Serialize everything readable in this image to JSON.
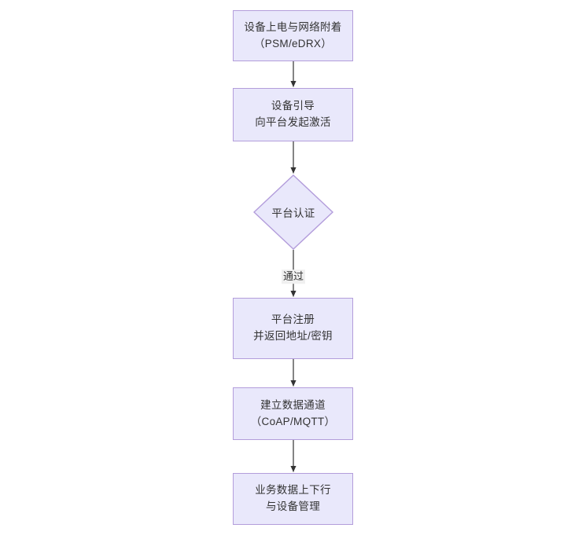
{
  "diagram": {
    "type": "flowchart",
    "orientation": "top-to-bottom",
    "background_color": "#ffffff",
    "node_fill_color": "#e9e8fb",
    "node_border_color": "#b39ddb",
    "text_color": "#333333",
    "connector_color": "#333333",
    "nodes": [
      {
        "id": "n1",
        "shape": "rectangle",
        "line1": "设备上电与网络附着",
        "line2": "（PSM/eDRX）"
      },
      {
        "id": "n2",
        "shape": "rectangle",
        "line1": "设备引导",
        "line2": "向平台发起激活"
      },
      {
        "id": "n3",
        "shape": "diamond",
        "line1": "平台认证",
        "line2": ""
      },
      {
        "id": "n4",
        "shape": "rectangle",
        "line1": "平台注册",
        "line2": "并返回地址/密钥"
      },
      {
        "id": "n5",
        "shape": "rectangle",
        "line1": "建立数据通道",
        "line2": "（CoAP/MQTT）"
      },
      {
        "id": "n6",
        "shape": "rectangle",
        "line1": "业务数据上下行",
        "line2": "与设备管理"
      }
    ],
    "edges": [
      {
        "id": "e1",
        "from": "n1",
        "to": "n2",
        "label": ""
      },
      {
        "id": "e2",
        "from": "n2",
        "to": "n3",
        "label": ""
      },
      {
        "id": "e3",
        "from": "n3",
        "to": "n4",
        "label": "通过"
      },
      {
        "id": "e4",
        "from": "n4",
        "to": "n5",
        "label": ""
      },
      {
        "id": "e5",
        "from": "n5",
        "to": "n6",
        "label": ""
      }
    ]
  }
}
